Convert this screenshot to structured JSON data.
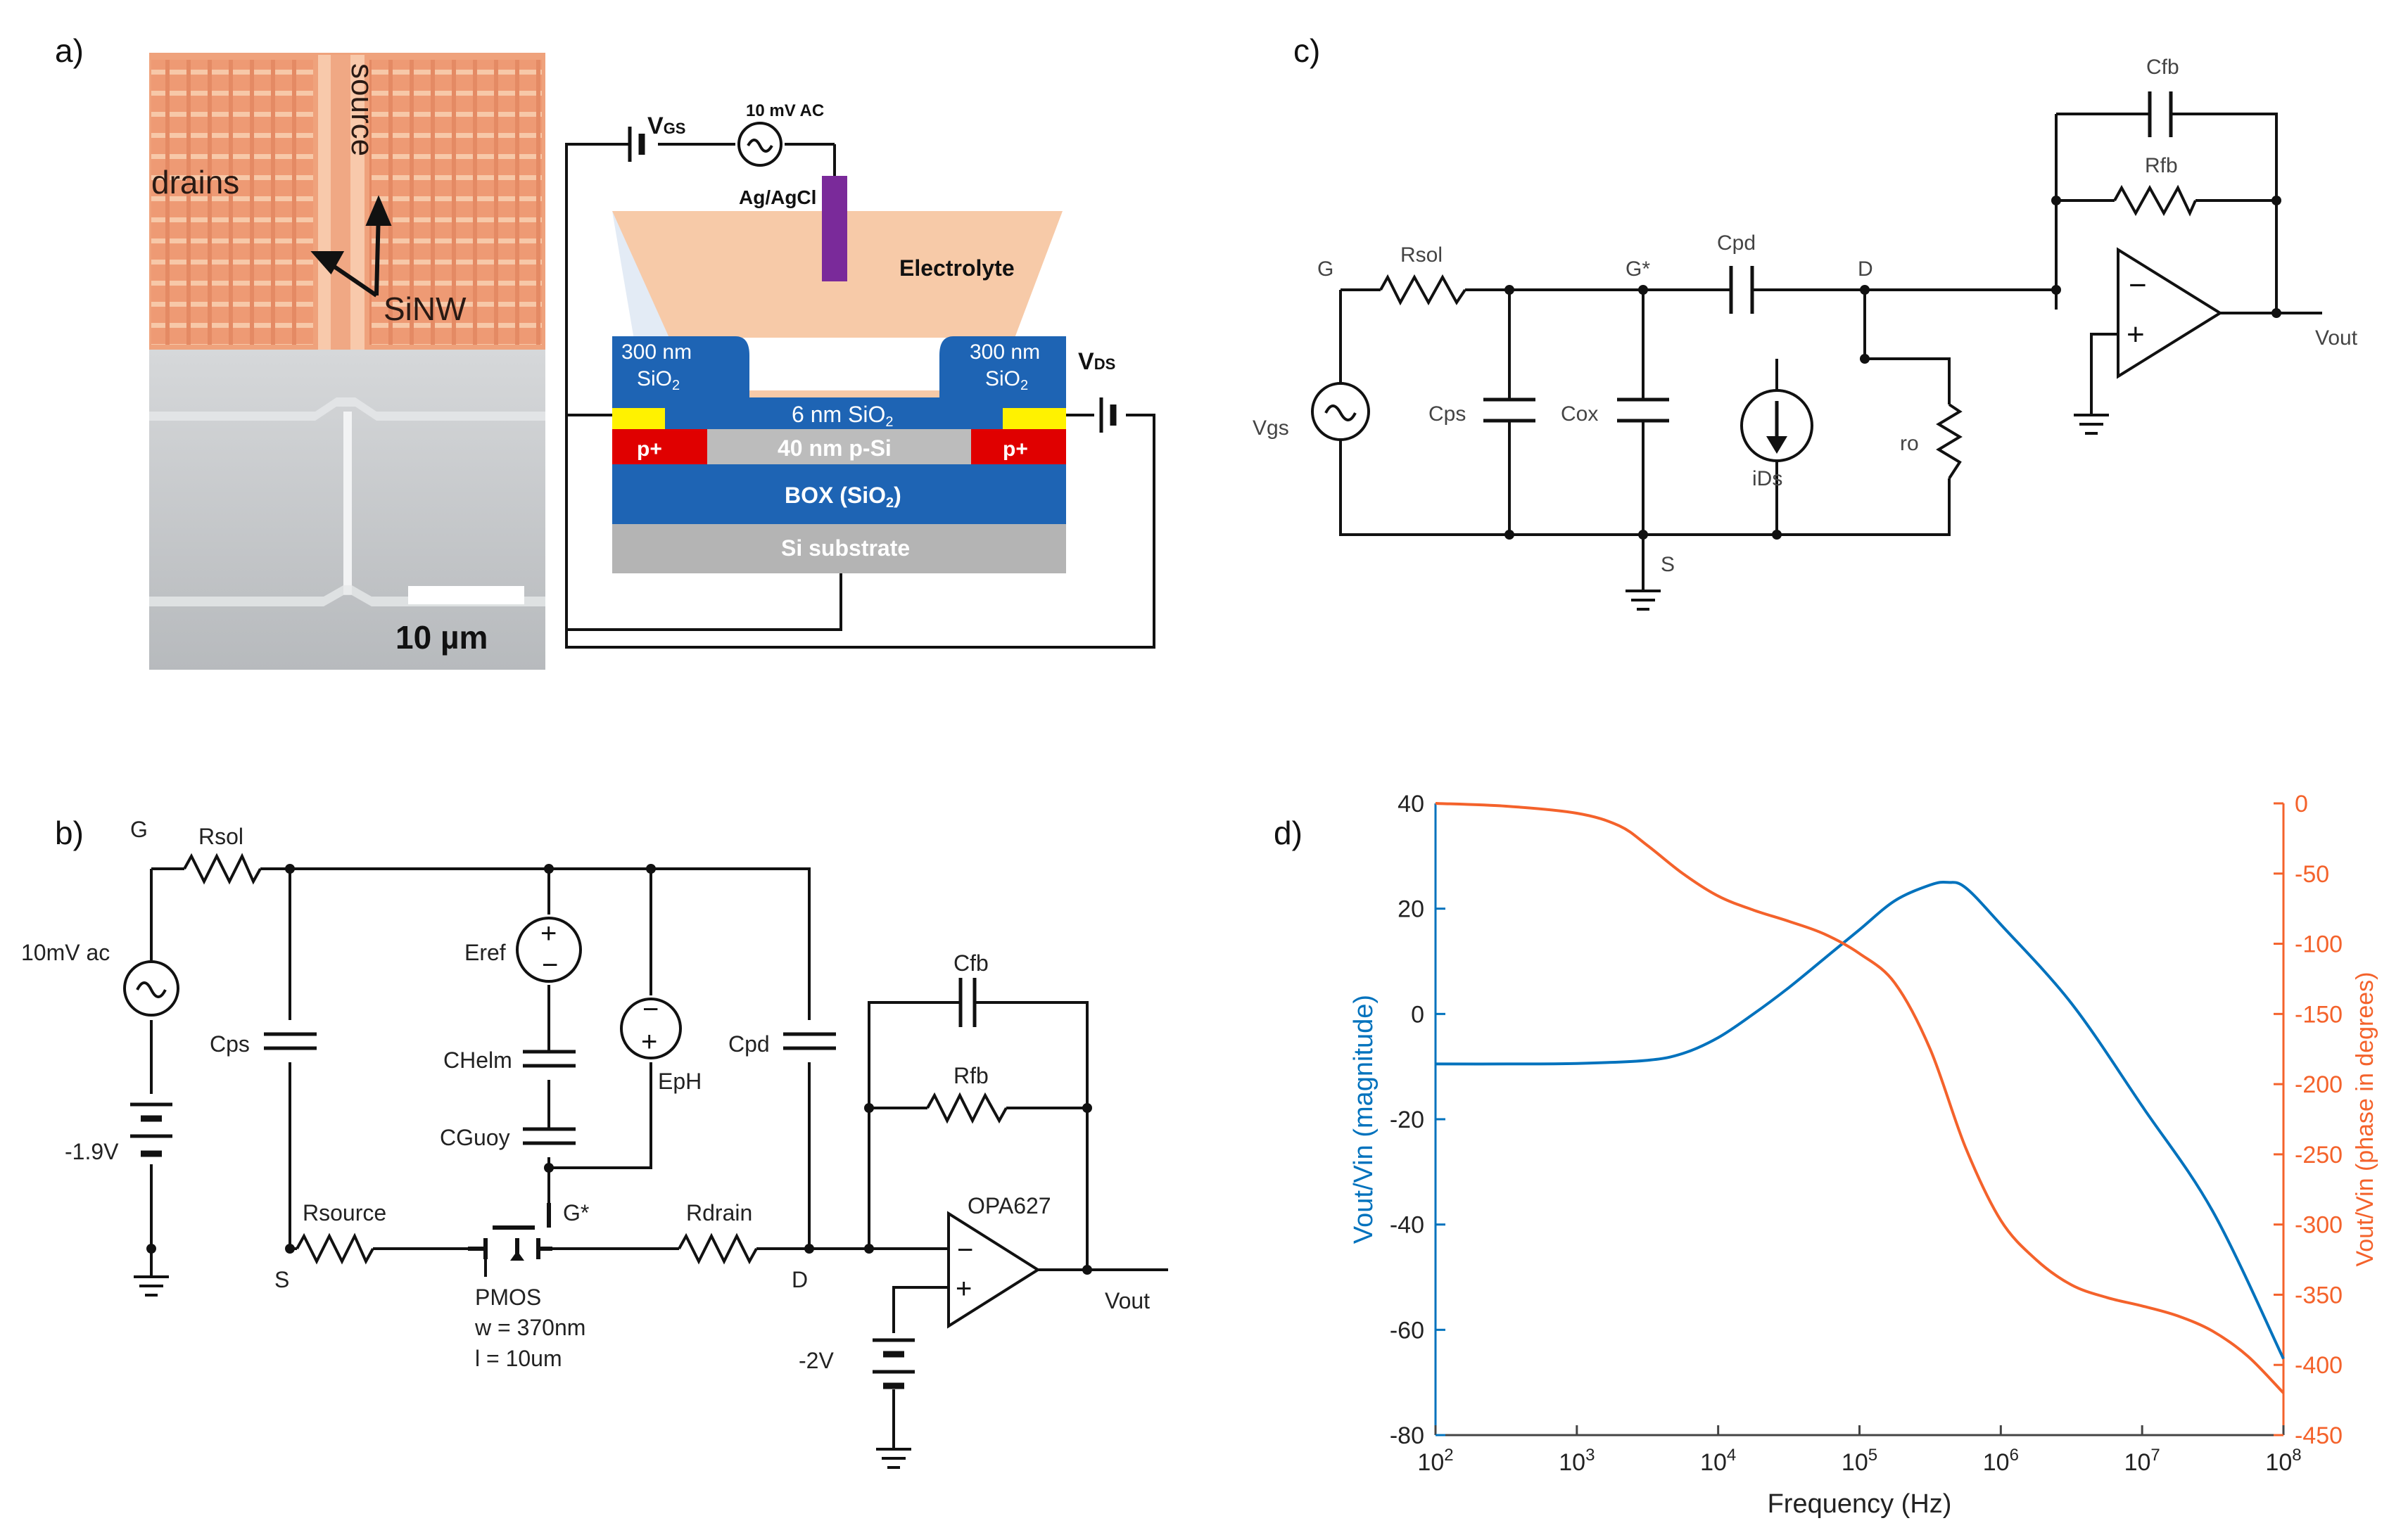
{
  "panels": {
    "a": "a)",
    "b": "b)",
    "c": "c)",
    "d": "d)"
  },
  "photo": {
    "drains": "drains",
    "source": "source",
    "siNW": "SiNW",
    "scale": "10 µm"
  },
  "device": {
    "vgs": "V",
    "vgs_sub": "GS",
    "ac": "10 mV AC",
    "electrode": "Ag/AgCl",
    "electrolyte": "Electrolyte",
    "oxide_l1": "300 nm",
    "oxide_l2": "SiO",
    "oxide_r1": "300 nm",
    "oxide_r2": "SiO",
    "thin_oxide": "6 nm SiO",
    "psi": "40 nm p-Si",
    "pplus_l": "p+",
    "pplus_r": "p+",
    "box": "BOX (SiO",
    "box_tail": ")",
    "substrate": "Si substrate",
    "vds": "V",
    "vds_sub": "DS",
    "two": "2"
  },
  "circuit_b": {
    "G": "G",
    "Rsol": "Rsol",
    "ac": "10mV ac",
    "Cps": "Cps",
    "V19": "-1.9V",
    "Rsource": "Rsource",
    "S": "S",
    "Eref": "Eref",
    "CHelm": "CHelm",
    "CGuoy": "CGuoy",
    "EpH": "EpH",
    "Gstar": "G*",
    "PMOS": "PMOS",
    "w": "w = 370nm",
    "l": "l = 10um",
    "Rdrain": "Rdrain",
    "D": "D",
    "Cpd": "Cpd",
    "Cfb": "Cfb",
    "Rfb": "Rfb",
    "OPA": "OPA627",
    "Vout": "Vout",
    "V2": "-2V"
  },
  "circuit_c": {
    "G": "G",
    "Rsol": "Rsol",
    "Vgs": "Vgs",
    "Cps": "Cps",
    "Cox": "Cox",
    "Gstar": "G*",
    "Cpd": "Cpd",
    "D": "D",
    "iDs": "iDs",
    "ro": "ro",
    "S": "S",
    "Cfb": "Cfb",
    "Rfb": "Rfb",
    "Vout": "Vout"
  },
  "chart_data": {
    "type": "line",
    "xlabel": "Frequency (Hz)",
    "ylabel_left": "Vout/Vin (magnitude)",
    "ylabel_right": "Vout/Vin (phase in degrees)",
    "x_scale": "log",
    "xlim": [
      100,
      100000000
    ],
    "ylim_left": [
      -80,
      40
    ],
    "ylim_right": [
      -450,
      0
    ],
    "x_ticks": [
      100,
      1000,
      10000,
      100000,
      1000000,
      10000000,
      100000000
    ],
    "x_tick_labels": [
      "10^2",
      "10^3",
      "10^4",
      "10^5",
      "10^6",
      "10^7",
      "10^8"
    ],
    "y_ticks_left": [
      40,
      20,
      0,
      -20,
      -40,
      -60,
      -80
    ],
    "y_ticks_right": [
      0,
      -50,
      -100,
      -150,
      -200,
      -250,
      -300,
      -350,
      -400,
      -450
    ],
    "colors": {
      "magnitude": "#0072BD",
      "phase": "#F4622B"
    },
    "series": [
      {
        "axis": "left",
        "x": [
          100,
          316,
          1000,
          3162,
          5623,
          10000,
          17783,
          31623,
          56234,
          100000,
          177828,
          316228,
          421697,
          562341,
          1000000,
          3162278,
          10000000,
          31622777,
          100000000
        ],
        "values": [
          -9.5,
          -9.5,
          -9.4,
          -8.8,
          -7.5,
          -4.5,
          0,
          5,
          10.5,
          16,
          21.5,
          24.5,
          25,
          24,
          17,
          2,
          -17.5,
          -37.5,
          -65.5
        ]
      },
      {
        "axis": "right",
        "x": [
          100,
          316,
          1000,
          2000,
          3162,
          5623,
          10000,
          17783,
          31623,
          56234,
          100000,
          177828,
          316228,
          562341,
          1000000,
          1778279,
          3162278,
          5623413,
          10000000,
          17782794,
          31622777,
          56234133,
          100000000
        ],
        "values": [
          0,
          -2,
          -7,
          -16,
          -30,
          -50,
          -66,
          -76,
          -84,
          -93,
          -107,
          -128,
          -175,
          -245,
          -297,
          -325,
          -343,
          -352,
          -358,
          -365,
          -376,
          -394,
          -420
        ]
      }
    ]
  }
}
